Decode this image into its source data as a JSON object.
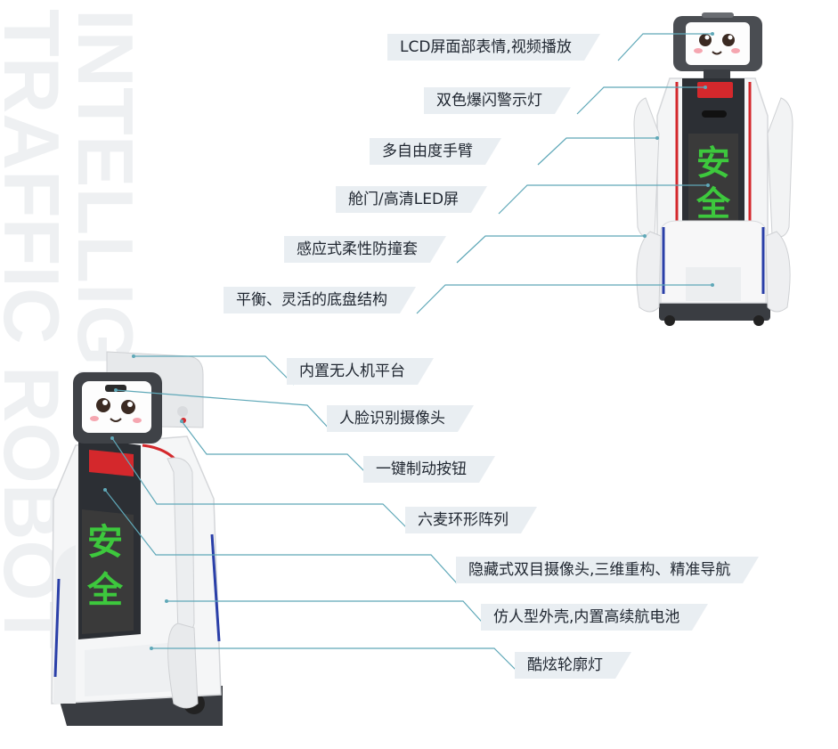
{
  "watermark": {
    "line1": "INTELLIGENT",
    "line2": "TRAFFIC ROBOT"
  },
  "front_robot": {
    "screen_text": [
      "安",
      "全"
    ]
  },
  "side_robot": {
    "screen_text": [
      "安",
      "全"
    ]
  },
  "top_labels": [
    "LCD屏面部表情,视频播放",
    "双色爆闪警示灯",
    "多自由度手臂",
    "舱门/高清LED屏",
    "感应式柔性防撞套",
    "平衡、灵活的底盘结构"
  ],
  "bottom_labels": [
    "内置无人机平台",
    "人脸识别摄像头",
    "一键制动按钮",
    "六麦环形阵列",
    "隐藏式双目摄像头,三维重构、精准导航",
    "仿人型外壳,内置高续航电池",
    "酷炫轮廓灯"
  ],
  "colors": {
    "label_bg": "#e9eef2",
    "leader_line": "#5fa8b8",
    "led_green": "#3dc83d",
    "warning_red": "#d4282c",
    "contour_blue": "#2a3fa8"
  }
}
